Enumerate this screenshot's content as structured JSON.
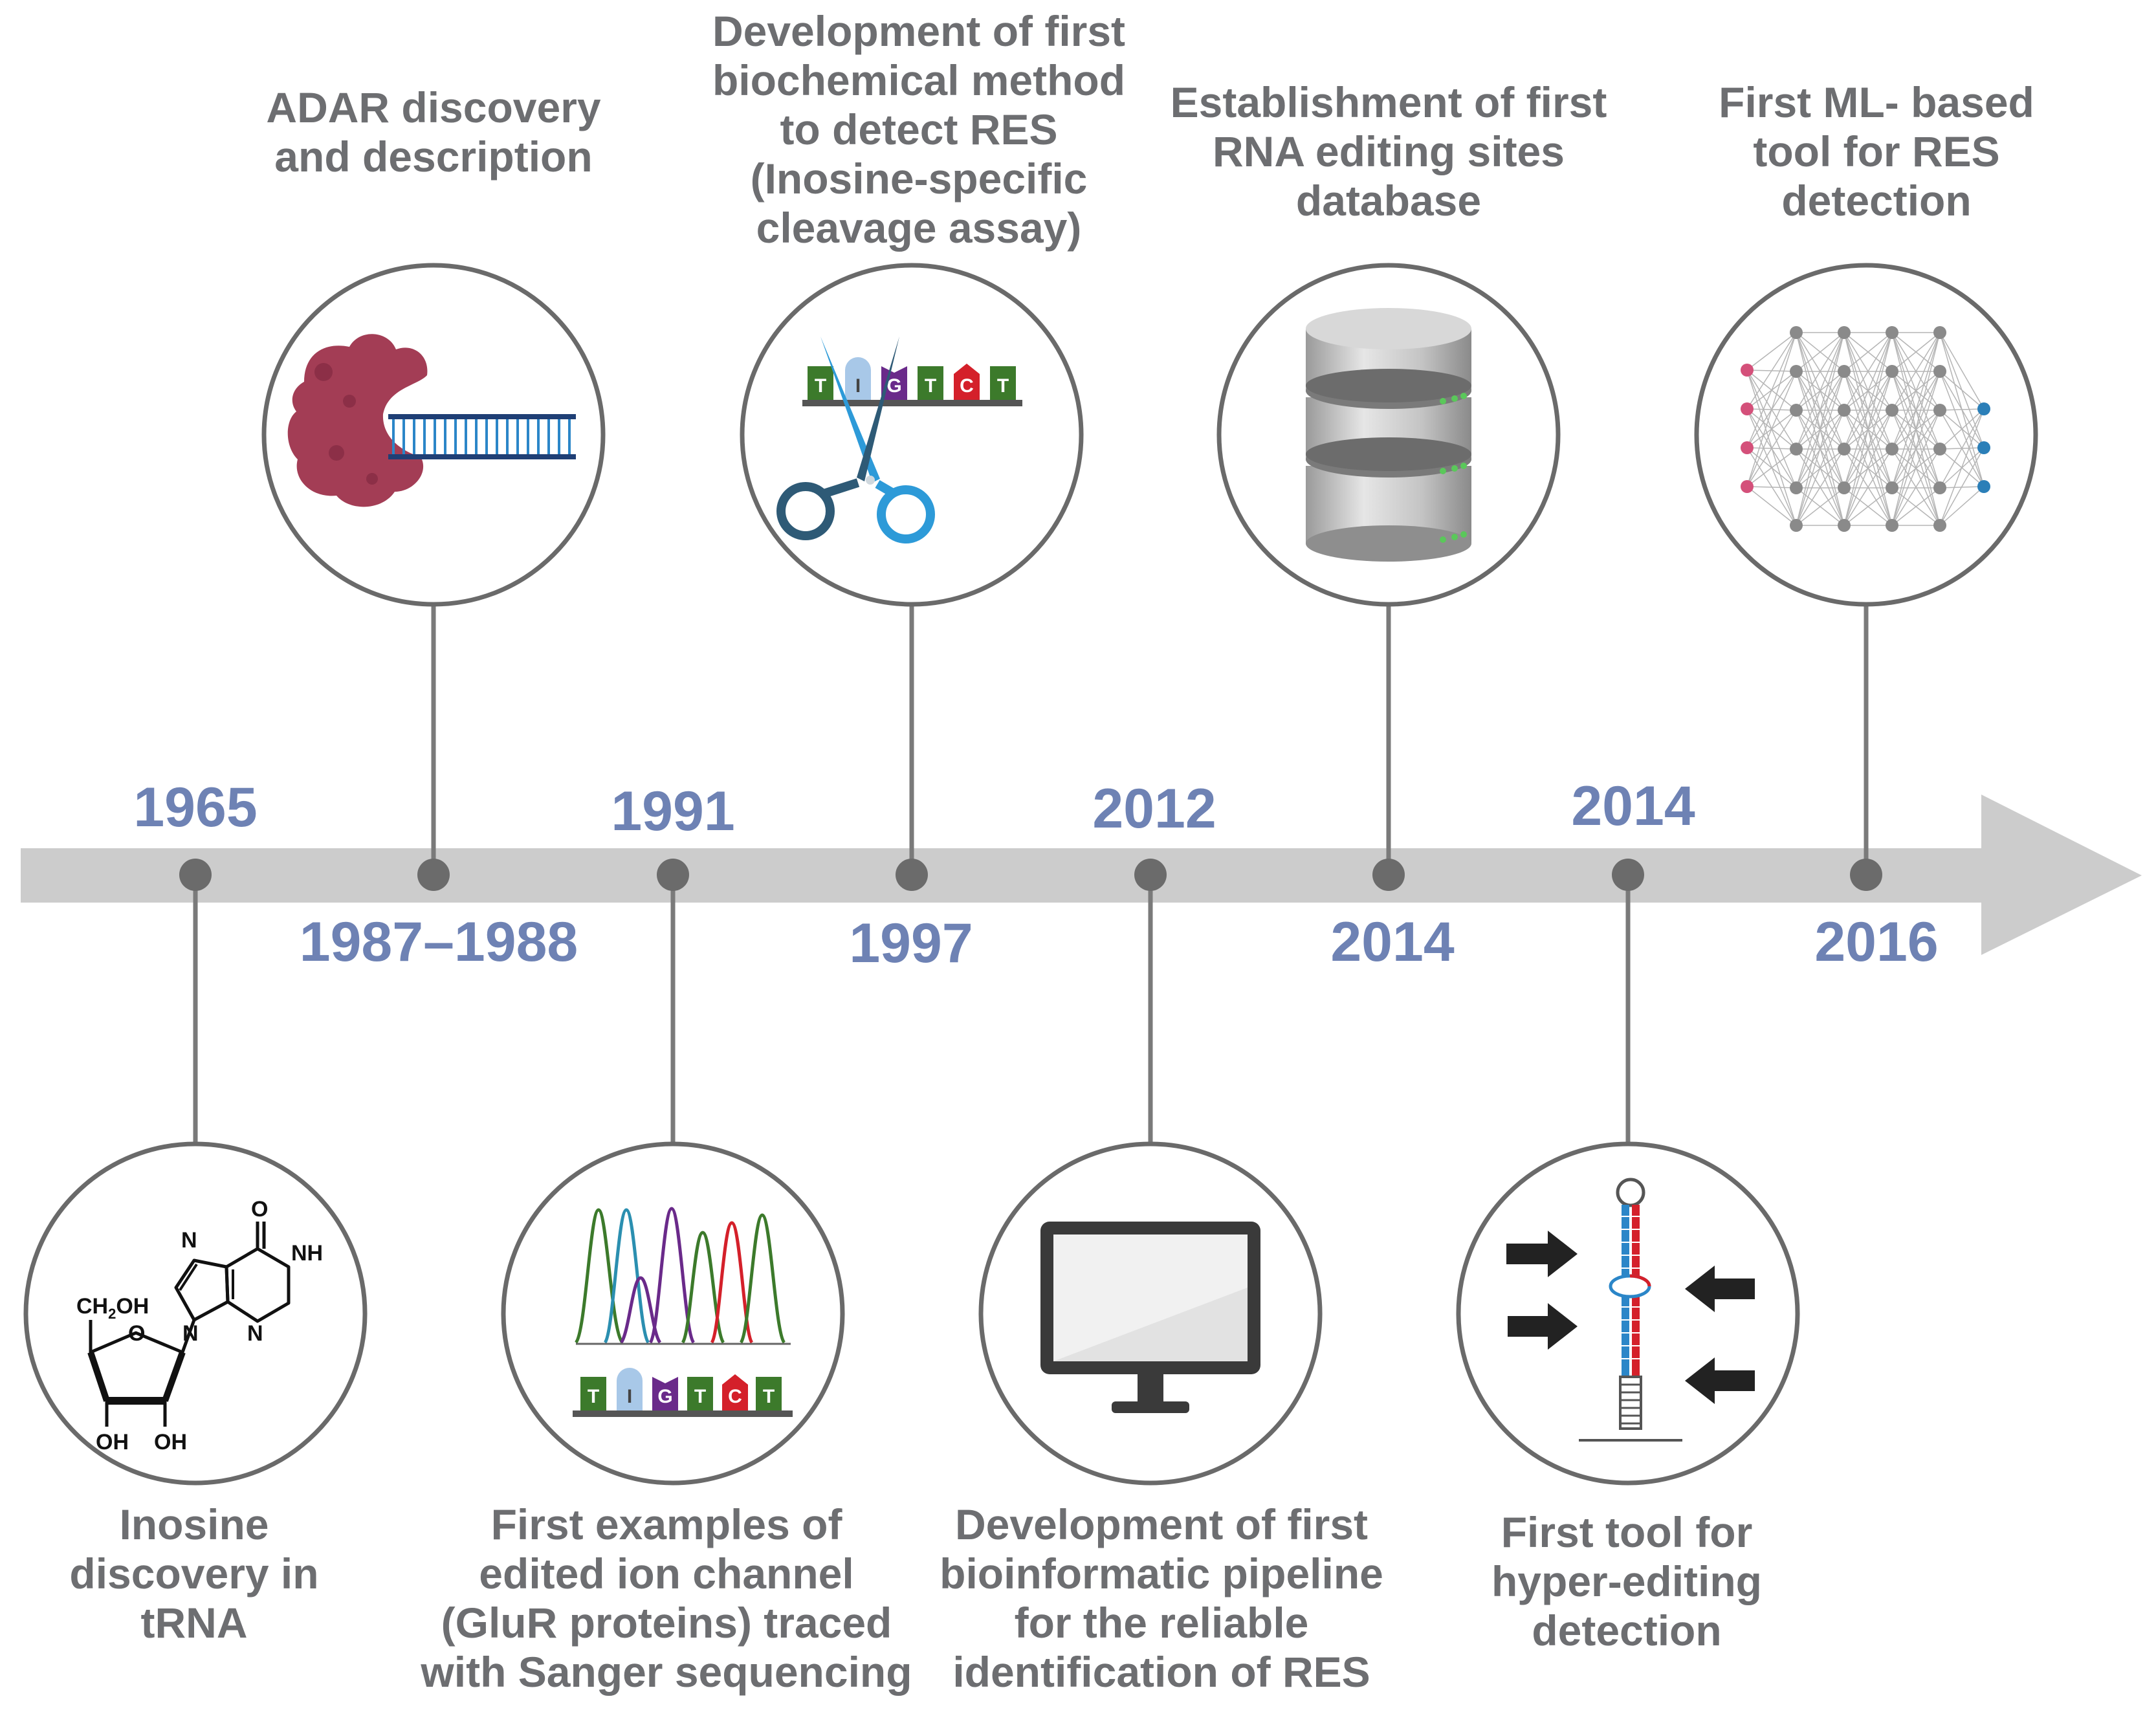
{
  "timeline": {
    "events": [
      {
        "year": "1965",
        "caption_lines": [
          "Inosine",
          "discovery in",
          "tRNA"
        ],
        "icon": "inosine-structure-icon"
      },
      {
        "year": "1987–1988",
        "caption_lines": [
          "ADAR discovery",
          "and description"
        ],
        "icon": "adar-enzyme-icon"
      },
      {
        "year": "1991",
        "caption_lines": [
          "First examples of",
          "edited ion channel",
          "(GluR proteins) traced",
          "with Sanger sequencing"
        ],
        "icon": "sanger-chromatogram-icon"
      },
      {
        "year": "1997",
        "caption_lines": [
          "Development of first",
          "biochemical method",
          "to detect RES",
          "(Inosine-specific",
          "cleavage assay)"
        ],
        "icon": "scissors-cleavage-icon"
      },
      {
        "year": "2012",
        "caption_lines": [
          "Development of first",
          "bioinformatic pipeline",
          "for the reliable",
          "identification of RES"
        ],
        "icon": "computer-monitor-icon"
      },
      {
        "year": "2014",
        "caption_lines": [
          "Establishment of first",
          "RNA editing sites",
          "database"
        ],
        "icon": "database-server-icon"
      },
      {
        "year": "2014",
        "caption_lines": [
          "First tool for",
          "hyper-editing",
          "detection"
        ],
        "icon": "rna-hairpin-icon"
      },
      {
        "year": "2016",
        "caption_lines": [
          "First ML- based",
          "tool for RES",
          "detection"
        ],
        "icon": "neural-network-icon"
      }
    ],
    "molecule_labels": {
      "ch2oh_prefix": "CH",
      "ch2oh_sub": "2",
      "ch2oh_suffix": "OH",
      "oh_left": "OH",
      "oh_right": "OH",
      "o_ring": "O",
      "o_carbonyl": "O",
      "n_left": "N",
      "n_bottom_left": "N",
      "nh": "NH",
      "n_bottom": "N"
    },
    "sequence_letters": [
      "T",
      "I",
      "G",
      "T",
      "C",
      "T"
    ],
    "colors": {
      "axis": "#cccccc",
      "axis_dot": "#6b6b6b",
      "connector": "#7a7a7a",
      "circle_stroke": "#6a6a6a",
      "year": "#6e82b4",
      "caption": "#6d6e71",
      "base_T": "#3c7a2b",
      "base_I": "#a8c8e8",
      "base_G": "#6a2a8a",
      "base_C": "#d4202a",
      "adar": "#a33d55",
      "rna_strand": "#1f6fb0",
      "network_in": "#d4507a",
      "network_out": "#2b7fb8"
    }
  }
}
